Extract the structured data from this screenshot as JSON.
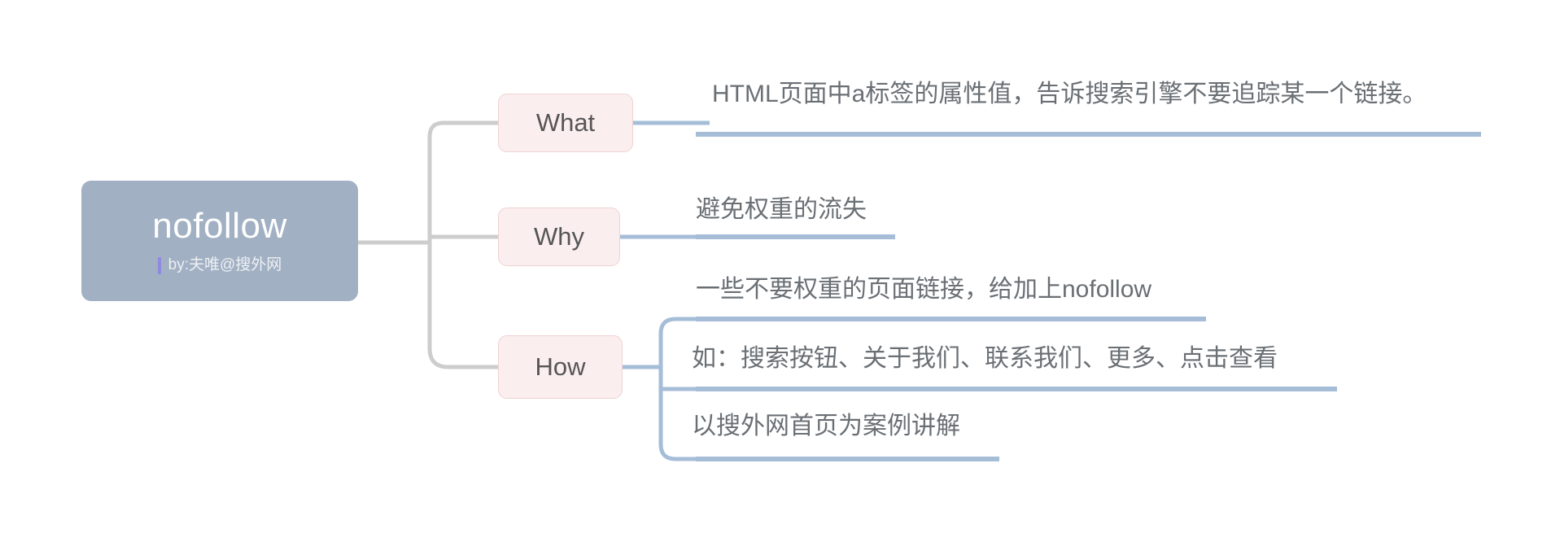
{
  "diagram": {
    "type": "mind-map",
    "background": "#ffffff",
    "colors": {
      "root_fill": "#a1b0c3",
      "root_text": "#ffffff",
      "byline_accent": "#8d8ae0",
      "branch_fill": "#fbeeee",
      "branch_border": "#f0d2d2",
      "branch_text": "#565656",
      "leaf_text": "#6a6f74",
      "connector_gray": "#cdcdcd",
      "connector_blue": "#a6bdd8",
      "underline_blue": "#a6bdd8"
    },
    "root": {
      "title": "nofollow",
      "byline": "by:夫唯@搜外网"
    },
    "branches": [
      {
        "label": "What",
        "children": [
          {
            "text": "HTML页面中a标签的属性值，告诉搜索引擎不要追踪某一个链接。"
          }
        ]
      },
      {
        "label": "Why",
        "children": [
          {
            "text": "避免权重的流失"
          }
        ]
      },
      {
        "label": "How",
        "children": [
          {
            "text": "一些不要权重的页面链接，给加上nofollow"
          },
          {
            "text": "如：搜索按钮、关于我们、联系我们、更多、点击查看"
          },
          {
            "text": "以搜外网首页为案例讲解"
          }
        ]
      }
    ]
  }
}
